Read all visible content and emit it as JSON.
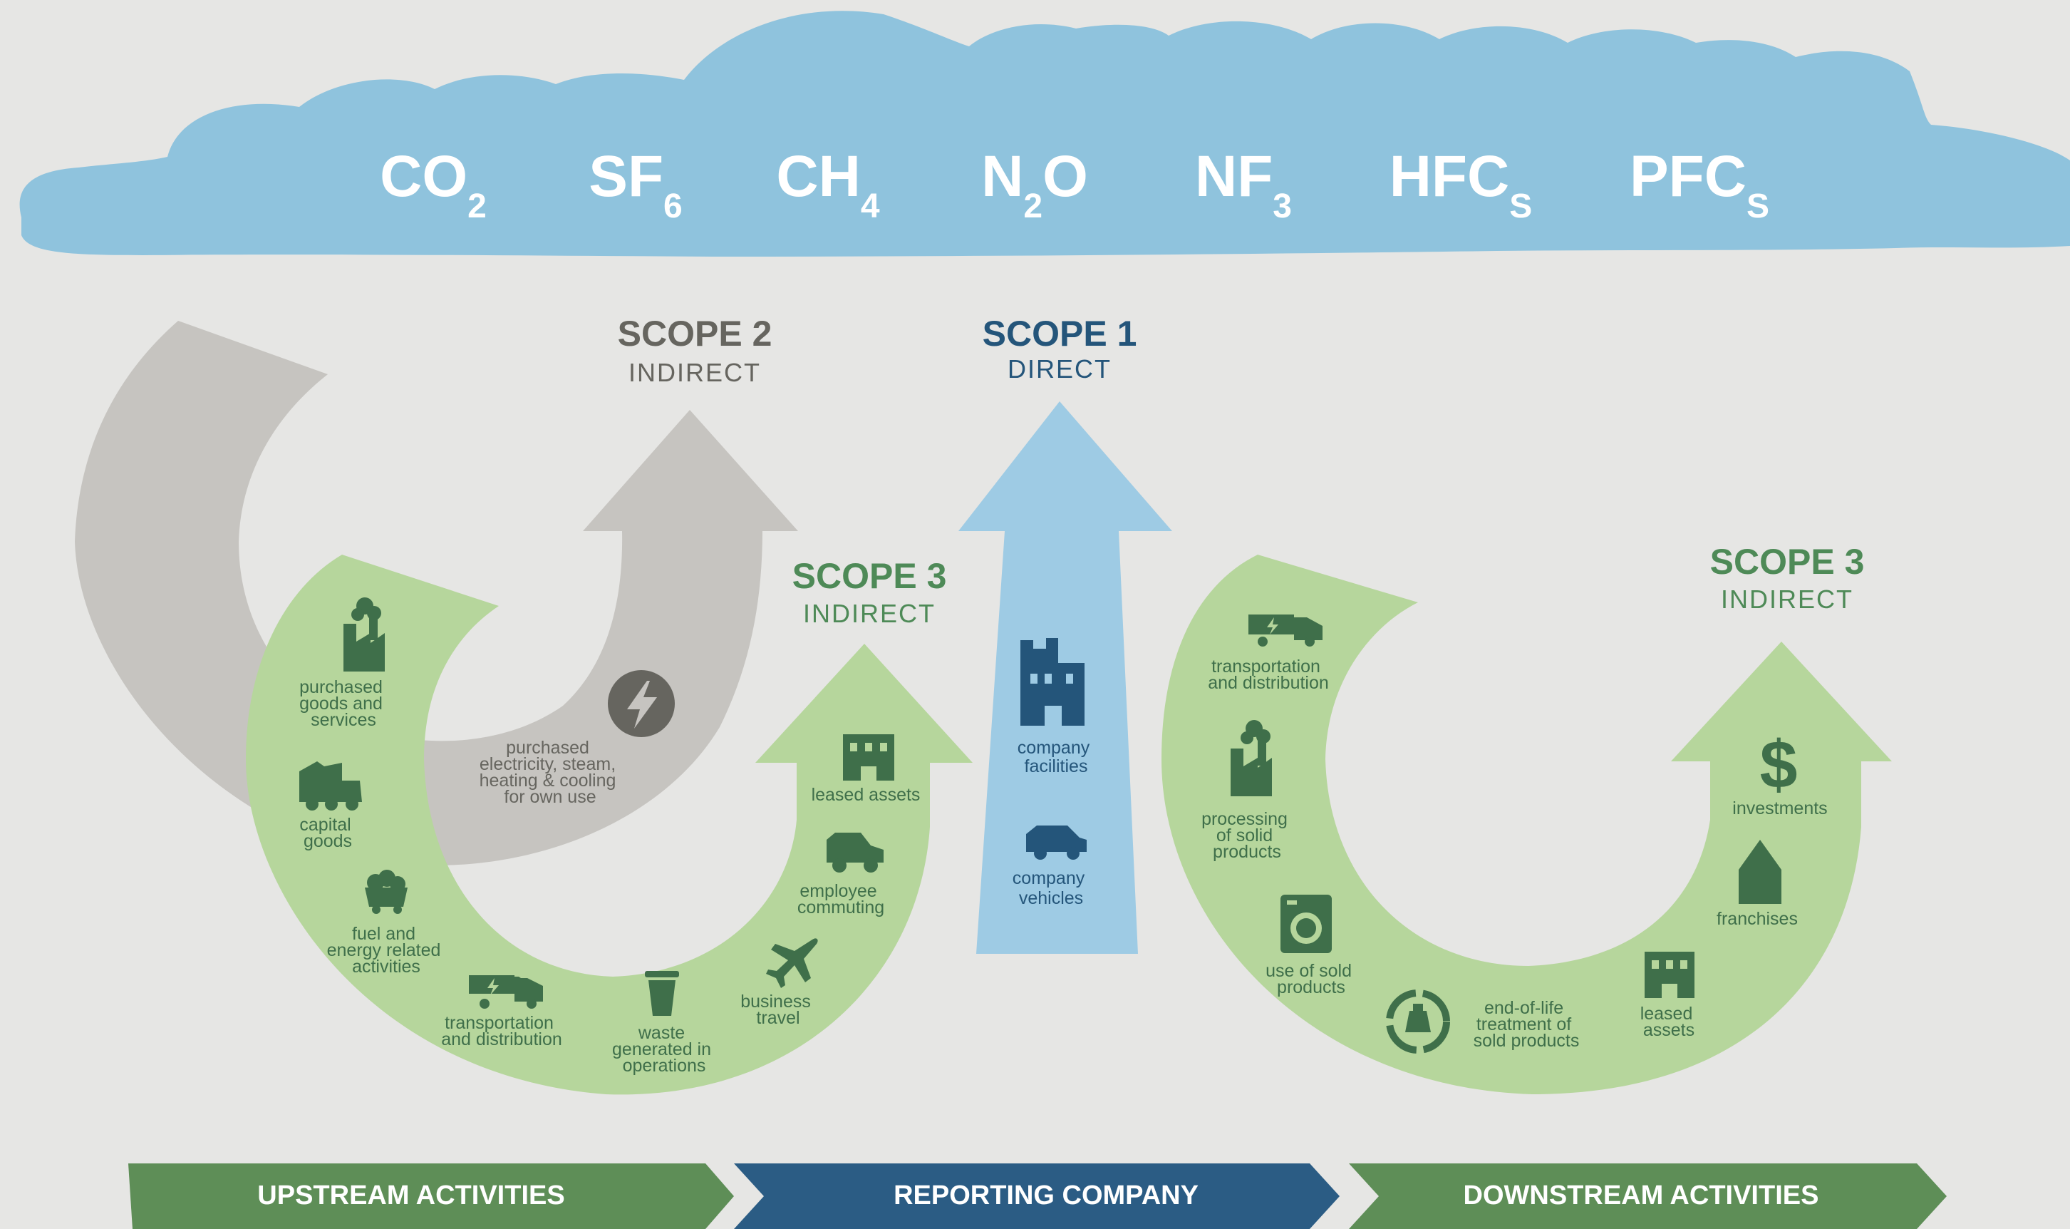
{
  "colors": {
    "background": "#e6e6e4",
    "cloud": "#8fc3dd",
    "gray_arrow": "#c6c4c0",
    "green_arrow": "#b6d69c",
    "blue_arrow": "#9ecbe4",
    "dark_green": "#3f6f4a",
    "dark_blue": "#24557a",
    "dark_gray": "#66655f",
    "banner_green": "#5e8e57",
    "banner_blue": "#2b5c84"
  },
  "gases": [
    {
      "base": "CO",
      "sub": "2"
    },
    {
      "base": "SF",
      "sub": "6"
    },
    {
      "base": "CH",
      "sub": "4"
    },
    {
      "base": "N",
      "sub": "2",
      "tail": "O"
    },
    {
      "base": "NF",
      "sub": "3"
    },
    {
      "base": "HFC",
      "sub": "S"
    },
    {
      "base": "PFC",
      "sub": "S"
    }
  ],
  "scope2": {
    "title": "SCOPE 2",
    "subtitle": "INDIRECT"
  },
  "scope1": {
    "title": "SCOPE 1",
    "subtitle": "DIRECT"
  },
  "scope3_up": {
    "title": "SCOPE 3",
    "subtitle": "INDIRECT"
  },
  "scope3_down": {
    "title": "SCOPE 3",
    "subtitle": "INDIRECT"
  },
  "scope2_items": [
    {
      "icon": "lightning-icon",
      "lines": [
        "purchased",
        "electricity, steam,",
        "heating & cooling",
        "for own use"
      ]
    }
  ],
  "scope1_items": [
    {
      "icon": "building-icon",
      "lines": [
        "company",
        "facilities"
      ]
    },
    {
      "icon": "car-icon",
      "lines": [
        "company",
        "vehicles"
      ]
    }
  ],
  "upstream_items": [
    {
      "icon": "factory-icon",
      "lines": [
        "purchased",
        "goods and",
        "services"
      ]
    },
    {
      "icon": "dump-truck-icon",
      "lines": [
        "capital",
        "goods"
      ]
    },
    {
      "icon": "coal-cart-icon",
      "lines": [
        "fuel and",
        "energy related",
        "activities"
      ]
    },
    {
      "icon": "delivery-truck-icon",
      "lines": [
        "transportation",
        "and distribution"
      ]
    },
    {
      "icon": "trash-can-icon",
      "lines": [
        "waste",
        "generated in",
        "operations"
      ]
    },
    {
      "icon": "airplane-icon",
      "lines": [
        "business",
        "travel"
      ]
    },
    {
      "icon": "car-icon",
      "lines": [
        "employee",
        "commuting"
      ]
    },
    {
      "icon": "building-icon",
      "lines": [
        "leased assets"
      ]
    }
  ],
  "downstream_items": [
    {
      "icon": "delivery-truck-icon",
      "lines": [
        "transportation",
        "and distribution"
      ]
    },
    {
      "icon": "factory-icon",
      "lines": [
        "processing",
        "of solid",
        "products"
      ]
    },
    {
      "icon": "washing-machine-icon",
      "lines": [
        "use of sold",
        "products"
      ]
    },
    {
      "icon": "recycle-icon",
      "lines": [
        "end-of-life",
        "treatment of",
        "sold products"
      ]
    },
    {
      "icon": "building-icon",
      "lines": [
        "leased",
        "assets"
      ]
    },
    {
      "icon": "house-icon",
      "lines": [
        "franchises"
      ]
    },
    {
      "icon": "dollar-icon",
      "lines": [
        "investments"
      ]
    }
  ],
  "banners": {
    "upstream": "UPSTREAM ACTIVITIES",
    "reporting": "REPORTING COMPANY",
    "downstream": "DOWNSTREAM ACTIVITIES"
  }
}
